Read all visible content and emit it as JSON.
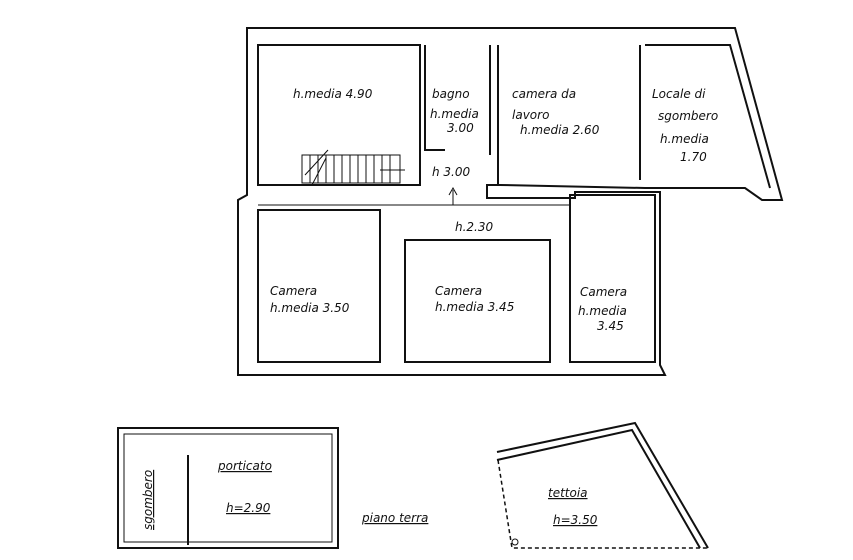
{
  "upper_floor": {
    "room_living": {
      "height": "h.media 4.90"
    },
    "bathroom": {
      "name": "bagno",
      "height_label": "h.media",
      "height_value": "3.00"
    },
    "workroom": {
      "name_line1": "camera da",
      "name_line2": "lavoro",
      "height": "h.media 2.60"
    },
    "storage": {
      "name_line1": "Locale di",
      "name_line2": "sgombero",
      "height_label": "h.media",
      "height_value": "1.70"
    },
    "hall": {
      "height": "h 3.00"
    },
    "corridor": {
      "height": "h.2.30"
    },
    "bedroom_left": {
      "name": "Camera",
      "height": "h.media 3.50"
    },
    "bedroom_center": {
      "name": "Camera",
      "height": "h.media 3.45"
    },
    "bedroom_right": {
      "name": "Camera",
      "height_label": "h.media",
      "height_value": "3.45"
    }
  },
  "annex": {
    "storage": {
      "name": "sgombero"
    },
    "porch": {
      "name": "porticato",
      "height": "h=2.90"
    }
  },
  "floor_label": "piano terra",
  "canopy": {
    "name": "tettoia",
    "height": "h=3.50"
  }
}
